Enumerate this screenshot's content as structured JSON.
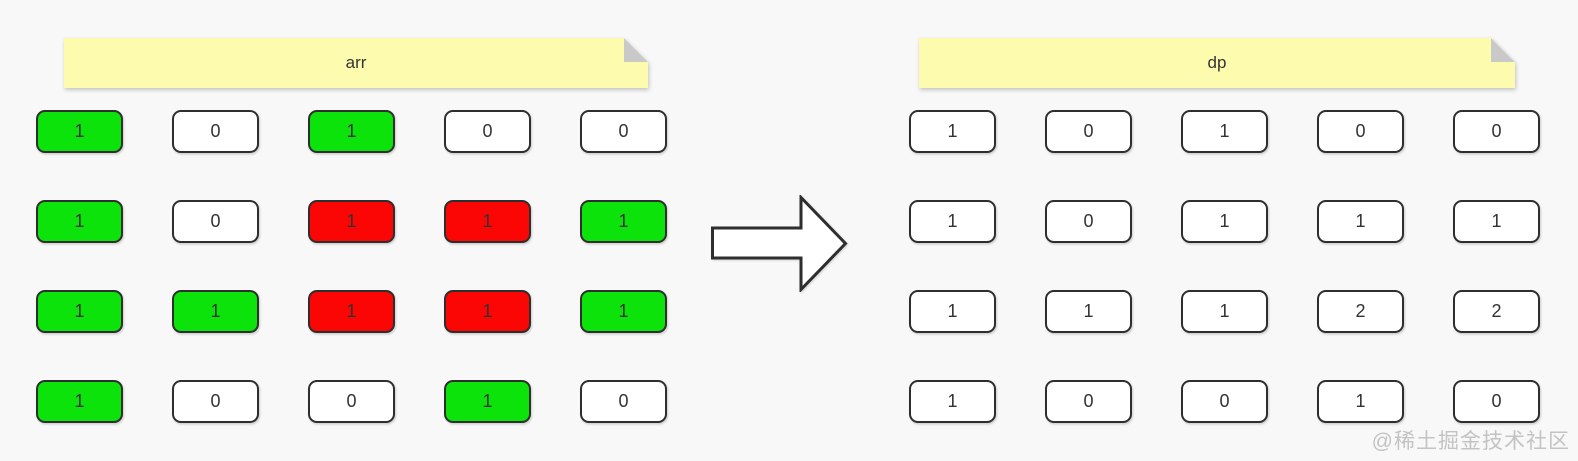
{
  "palette": {
    "green": "#0be30b",
    "red": "#fb0505",
    "white": "#ffffff",
    "note_yellow": "#fdfcae",
    "note_fold": "#c9c9c9",
    "cell_border": "#2e2e2e",
    "text_dark": "#333333",
    "background": "#f8f8f8",
    "watermark_gray": "#c3c3c3"
  },
  "arr": {
    "label": "arr",
    "values": [
      [
        "1",
        "0",
        "1",
        "0",
        "0"
      ],
      [
        "1",
        "0",
        "1",
        "1",
        "1"
      ],
      [
        "1",
        "1",
        "1",
        "1",
        "1"
      ],
      [
        "1",
        "0",
        "0",
        "1",
        "0"
      ]
    ],
    "colors": [
      [
        "green",
        "white",
        "green",
        "white",
        "white"
      ],
      [
        "green",
        "white",
        "red",
        "red",
        "green"
      ],
      [
        "green",
        "green",
        "red",
        "red",
        "green"
      ],
      [
        "green",
        "white",
        "white",
        "green",
        "white"
      ]
    ]
  },
  "dp": {
    "label": "dp",
    "values": [
      [
        "1",
        "0",
        "1",
        "0",
        "0"
      ],
      [
        "1",
        "0",
        "1",
        "1",
        "1"
      ],
      [
        "1",
        "1",
        "1",
        "2",
        "2"
      ],
      [
        "1",
        "0",
        "0",
        "1",
        "0"
      ]
    ],
    "colors": [
      [
        "white",
        "white",
        "white",
        "white",
        "white"
      ],
      [
        "white",
        "white",
        "white",
        "white",
        "white"
      ],
      [
        "white",
        "white",
        "white",
        "white",
        "white"
      ],
      [
        "white",
        "white",
        "white",
        "white",
        "white"
      ]
    ]
  },
  "arrow": {
    "icon": "right-arrow"
  },
  "watermark": "@稀土掘金技术社区"
}
